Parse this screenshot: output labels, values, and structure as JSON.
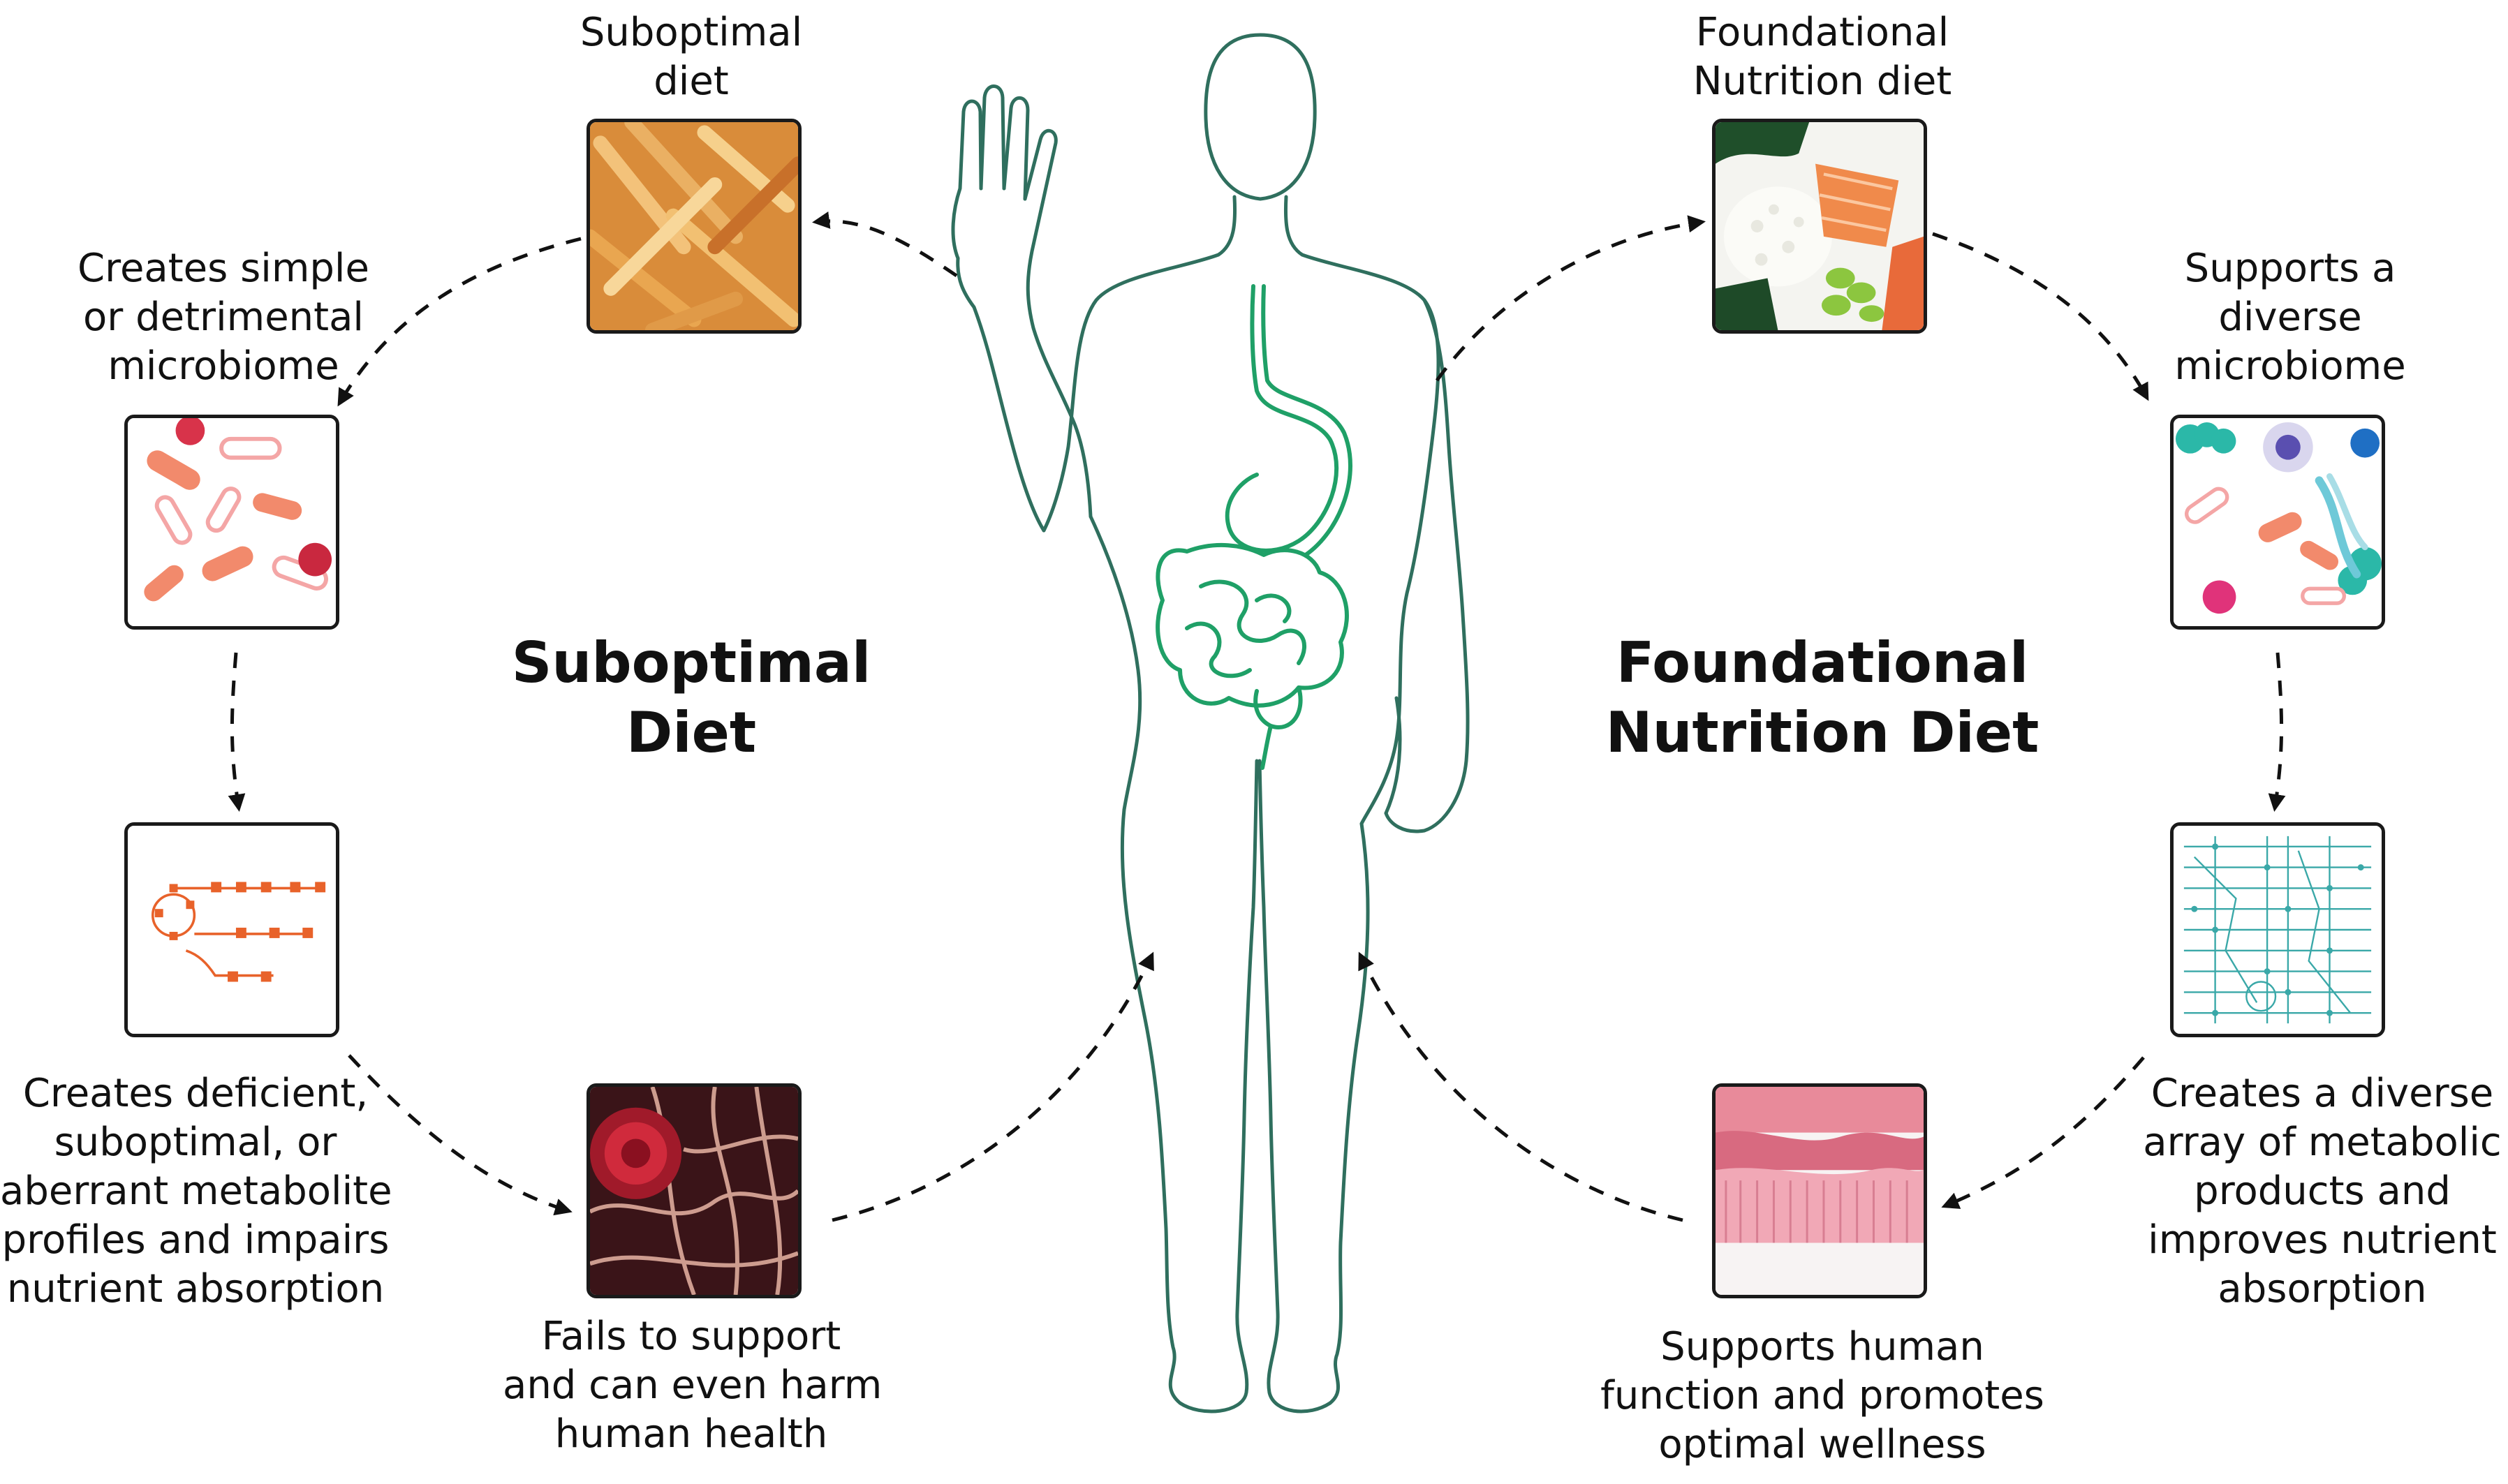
{
  "left_cycle": {
    "heading": [
      "Suboptimal",
      "Diet"
    ],
    "diet_label": [
      "Suboptimal",
      "diet"
    ],
    "microbiome_label": [
      "Creates simple",
      "or detrimental",
      "microbiome"
    ],
    "metabolite_label": [
      "Creates deficient,",
      "suboptimal, or",
      "aberrant metabolite",
      "profiles and impairs",
      "nutrient absorption"
    ],
    "outcome_label": [
      "Fails to support",
      "and can even harm",
      "human health"
    ]
  },
  "right_cycle": {
    "heading": [
      "Foundational",
      "Nutrition Diet"
    ],
    "diet_label": [
      "Foundational",
      "Nutrition diet"
    ],
    "microbiome_label": [
      "Supports a",
      "diverse",
      "microbiome"
    ],
    "metabolite_label": [
      "Creates a diverse",
      "array of metabolic",
      "products and",
      "improves nutrient",
      "absorption"
    ],
    "outcome_label": [
      "Supports human",
      "function and promotes",
      "optimal wellness"
    ]
  },
  "icons": {
    "fries": "fries-photo-icon",
    "bad_microbes": "bacteria-illustration-icon",
    "sparse_pathway": "sparse-metabolic-pathway-icon",
    "damaged_cell": "damaged-cell-micrograph-icon",
    "healthy_meal": "salmon-rice-bowl-photo-icon",
    "diverse_microbes": "diverse-microbes-illustration-icon",
    "dense_pathway": "dense-metabolic-network-icon",
    "gut_tissue": "gut-tissue-histology-icon",
    "body": "human-body-outline-icon",
    "gut": "digestive-tract-icon"
  },
  "colors": {
    "body_outline": "#2f6f5e",
    "gut": "#1fa067",
    "arrows": "#111111",
    "pathway_orange": "#e8622a",
    "network_teal": "#3aa8a8"
  }
}
